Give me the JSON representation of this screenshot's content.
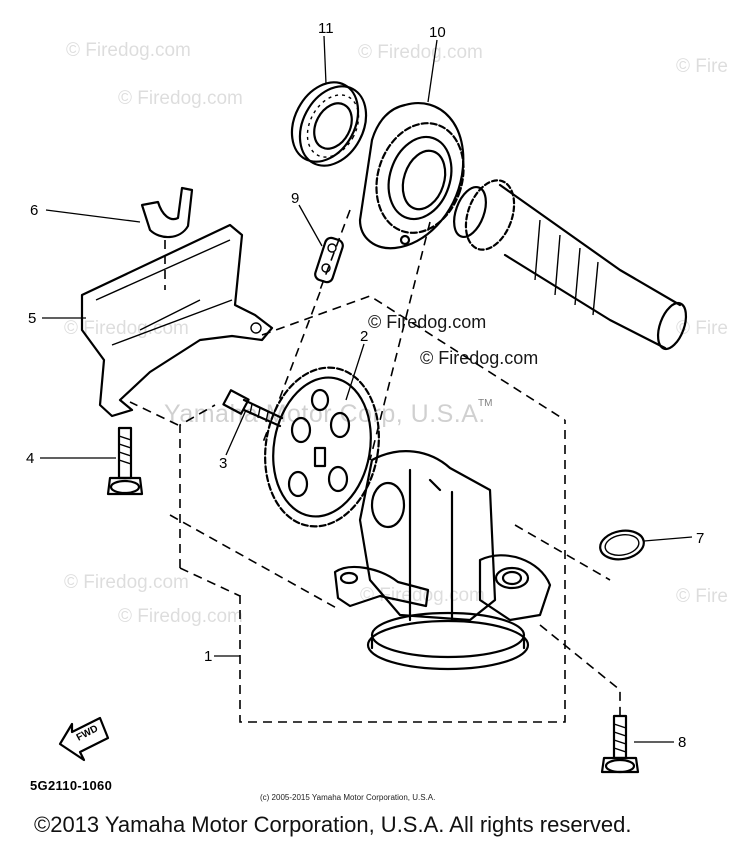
{
  "diagram": {
    "callouts": [
      {
        "id": "n1",
        "label": "1"
      },
      {
        "id": "n2",
        "label": "2"
      },
      {
        "id": "n3",
        "label": "3"
      },
      {
        "id": "n4",
        "label": "4"
      },
      {
        "id": "n5",
        "label": "5"
      },
      {
        "id": "n6",
        "label": "6"
      },
      {
        "id": "n7",
        "label": "7"
      },
      {
        "id": "n8",
        "label": "8"
      },
      {
        "id": "n9",
        "label": "9"
      },
      {
        "id": "n10",
        "label": "10"
      },
      {
        "id": "n11",
        "label": "11"
      }
    ],
    "fwd_label": "FWD",
    "part_code": "5G2110-1060",
    "trademark": "TM"
  },
  "watermarks": {
    "firedog": "© Firedog.com",
    "firedog_short": "© Fire",
    "yamaha": "Yamaha Motor Corp, U.S.A."
  },
  "copyright": {
    "small": "(c) 2005-2015 Yamaha Motor Corporation, U.S.A.",
    "main": "©2013 Yamaha Motor Corporation, U.S.A. All rights reserved."
  }
}
